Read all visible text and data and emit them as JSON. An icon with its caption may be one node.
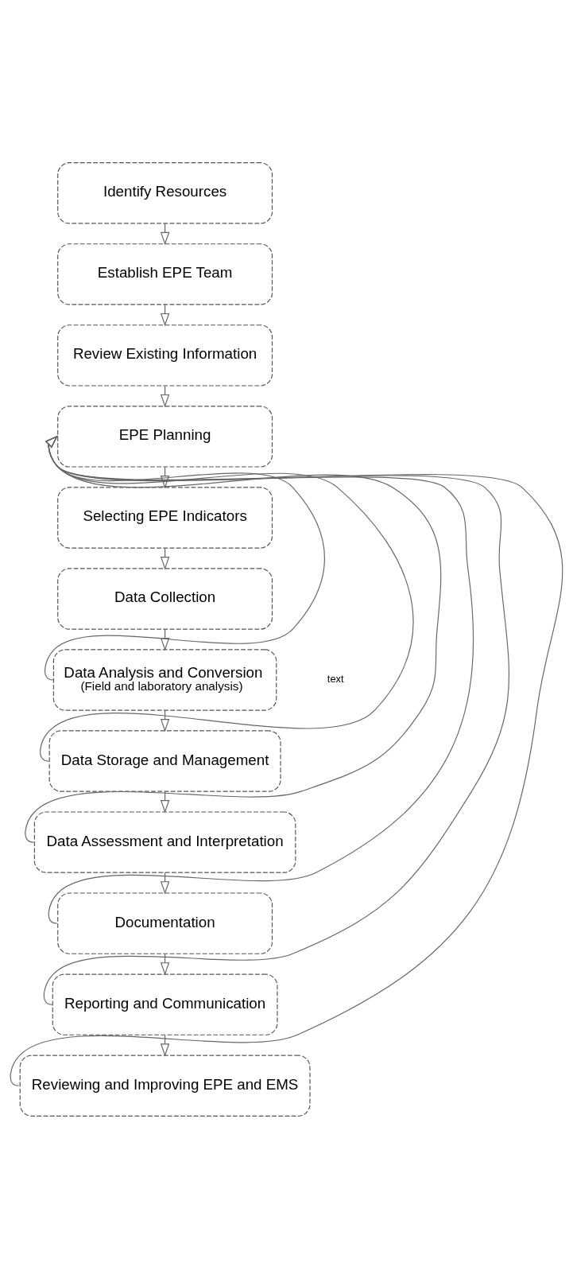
{
  "diagram": {
    "nodes": [
      {
        "text": [
          "Identify Resources"
        ]
      },
      {
        "text": [
          "Establish EPE Team"
        ]
      },
      {
        "text": [
          "Review Existing Information"
        ]
      },
      {
        "text": [
          "EPE Planning"
        ]
      },
      {
        "text": [
          "Selecting EPE Indicators"
        ]
      },
      {
        "text": [
          "Data Collection"
        ]
      },
      {
        "text": [
          "Data Analysis and Conversion",
          "(Field and laboratory analysis)"
        ]
      },
      {
        "text": [
          "Data Storage and Management"
        ]
      },
      {
        "text": [
          "Data Assessment and Interpretation"
        ]
      },
      {
        "text": [
          "Documentation"
        ]
      },
      {
        "text": [
          "Reporting and Communication"
        ]
      },
      {
        "text": [
          "Reviewing and Improving EPE and EMS"
        ]
      }
    ],
    "edges": [
      {
        "from": 0,
        "to": 1,
        "arrow": "to"
      },
      {
        "from": 1,
        "to": 2,
        "arrow": "to"
      },
      {
        "from": 2,
        "to": 3,
        "arrow": "to"
      },
      {
        "from": 3,
        "to": 4,
        "arrow": "to"
      },
      {
        "from": 4,
        "to": 5,
        "arrow": "to"
      },
      {
        "from": 5,
        "to": 6,
        "arrow": "to"
      },
      {
        "from": 6,
        "to": 7,
        "arrow": "to"
      },
      {
        "from": 7,
        "to": 8,
        "arrow": "to"
      },
      {
        "from": 8,
        "to": 9,
        "arrow": "to"
      },
      {
        "from": 9,
        "to": 10,
        "arrow": "to"
      },
      {
        "from": 10,
        "to": 11,
        "arrow": "to"
      },
      {
        "from": 6,
        "to": 3,
        "arrow": "to"
      },
      {
        "from": 7,
        "to": 3,
        "arrow": "to"
      },
      {
        "from": 8,
        "to": 3,
        "arrow": "to"
      },
      {
        "from": 9,
        "to": 3,
        "arrow": "to"
      },
      {
        "from": 10,
        "to": 3,
        "arrow": "to"
      },
      {
        "from": 11,
        "to": 3,
        "arrow": "to"
      }
    ],
    "labels": [
      "text"
    ]
  }
}
